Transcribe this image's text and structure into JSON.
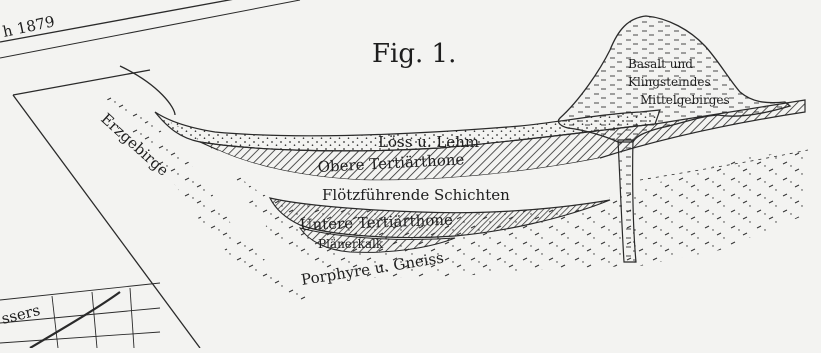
{
  "figure": {
    "title": "Fig. 1.",
    "year_fragment": "h 1879",
    "margin_fragment": "ssers"
  },
  "labels": {
    "erzgebirge": "Erzgebirge",
    "loess": "Löss u. Lehm",
    "obere": "Obere Tertiärthone",
    "floetz": "Flötzführende Schichten",
    "untere": "Untere Tertiärthone",
    "planer": "Plänerkalk",
    "porphyre": "Porphyre u. Gneiss",
    "basalt_1": "Basalt und",
    "basalt_2": "Klingsteindes",
    "basalt_3": "Mittelgebirges"
  },
  "colors": {
    "paper": "#f3f3f1",
    "ink": "#2a2a2a"
  }
}
